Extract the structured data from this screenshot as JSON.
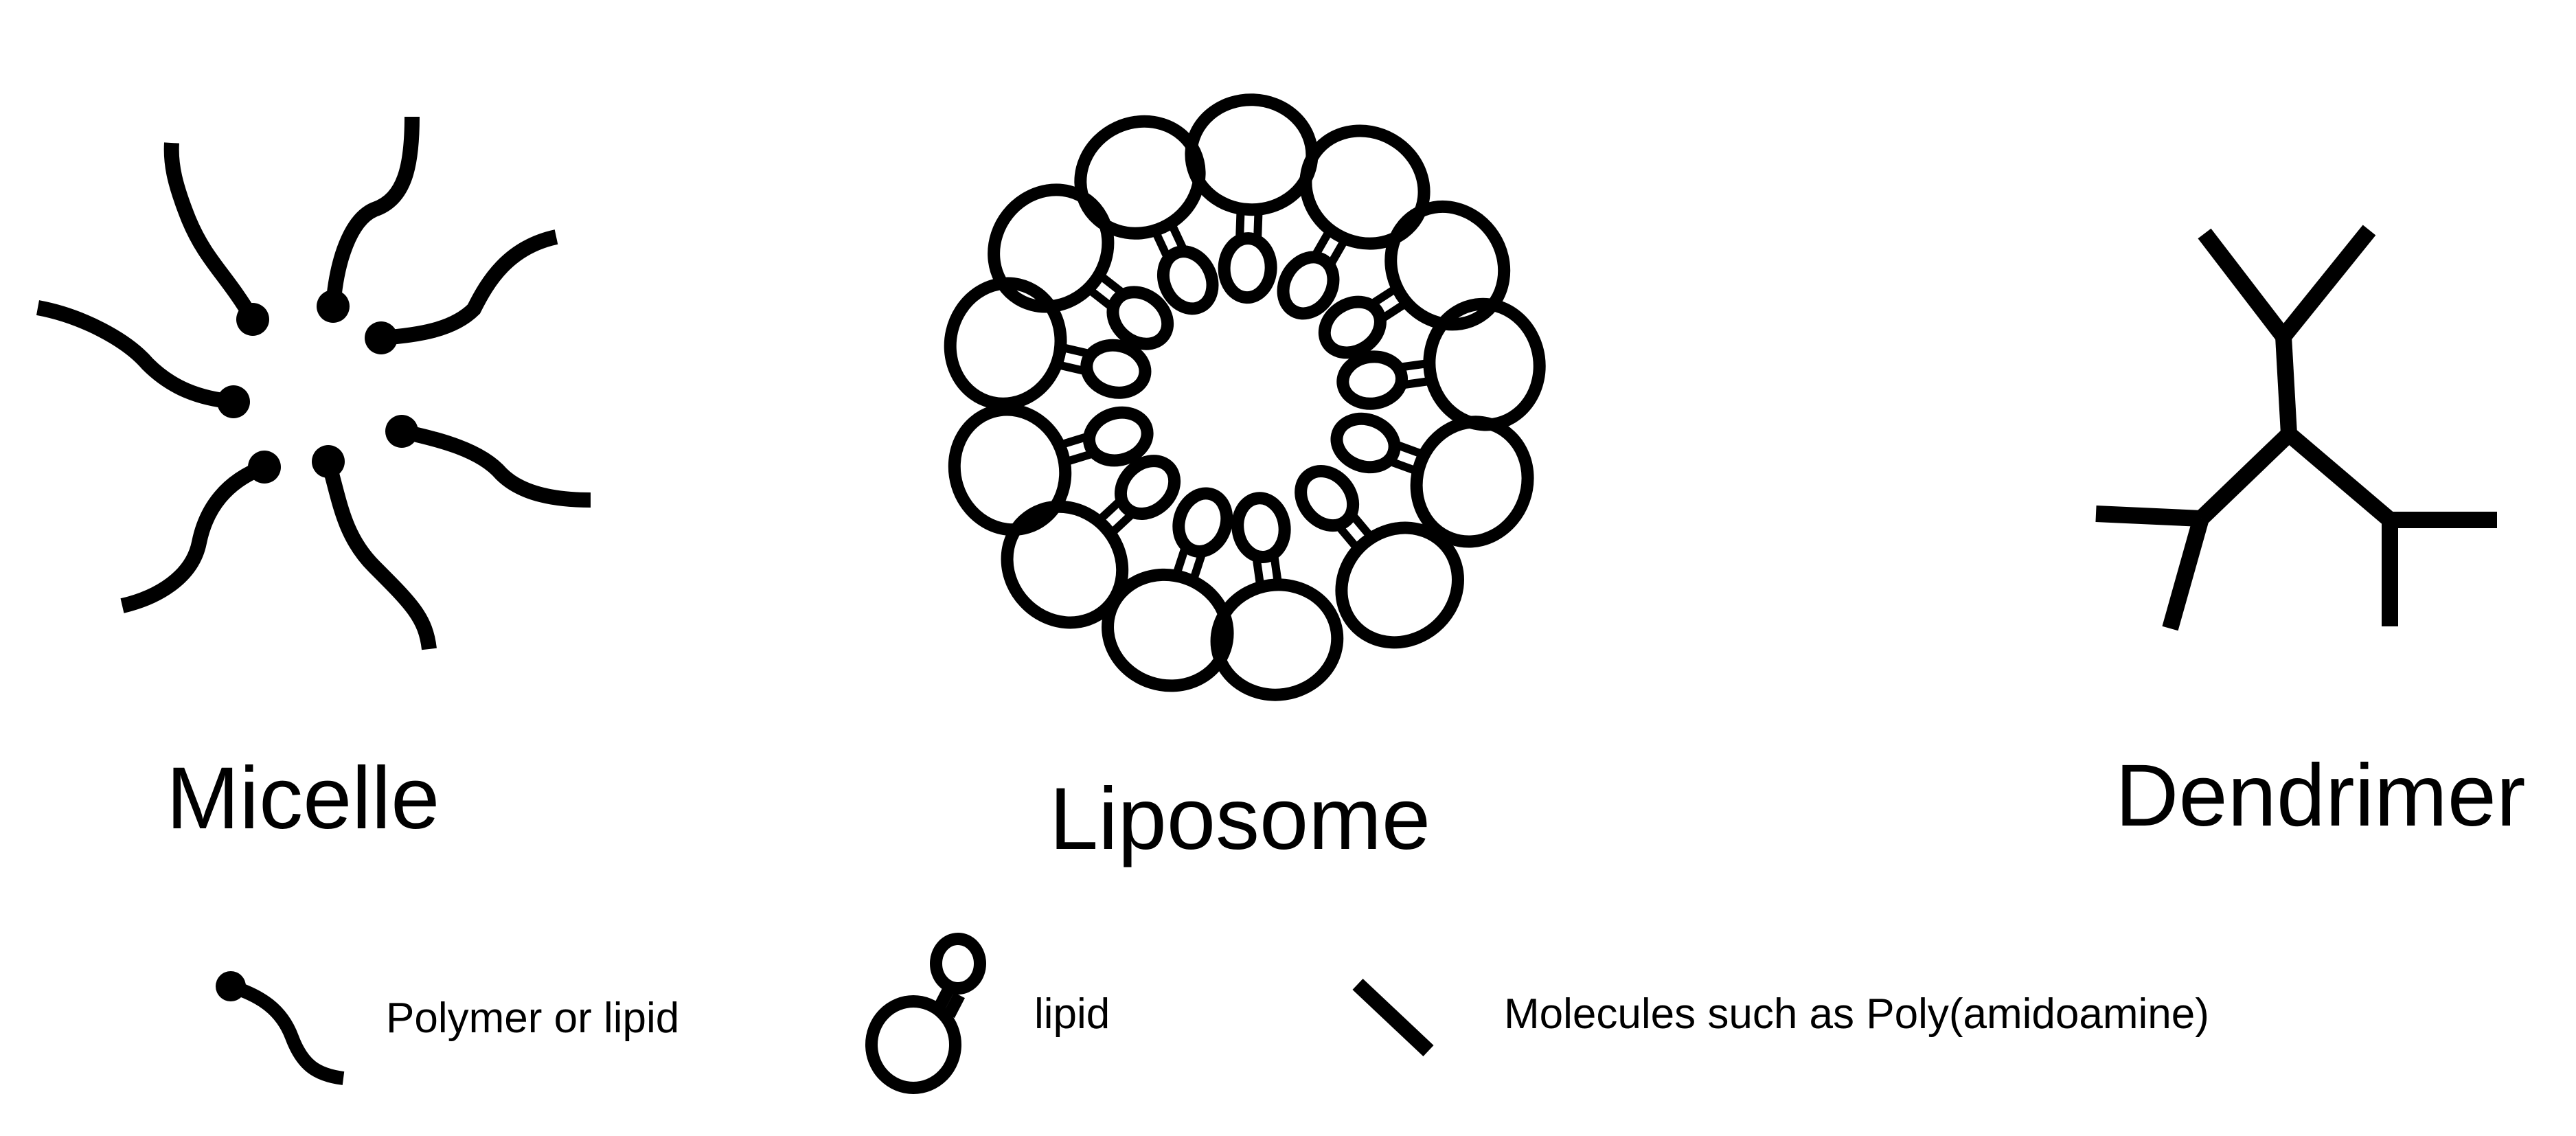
{
  "structures": [
    {
      "id": "micelle",
      "name": "Micelle"
    },
    {
      "id": "liposome",
      "name": "Liposome"
    },
    {
      "id": "dendrimer",
      "name": "Dendrimer"
    }
  ],
  "legend": [
    {
      "symbol": "polymer-or-lipid",
      "label": "Polymer or lipid"
    },
    {
      "symbol": "lipid",
      "label": "lipid"
    },
    {
      "symbol": "molecule-line",
      "label": "Molecules such as Poly(amidoamine)"
    }
  ],
  "colors": {
    "ink": "#000000",
    "background": "#ffffff"
  }
}
